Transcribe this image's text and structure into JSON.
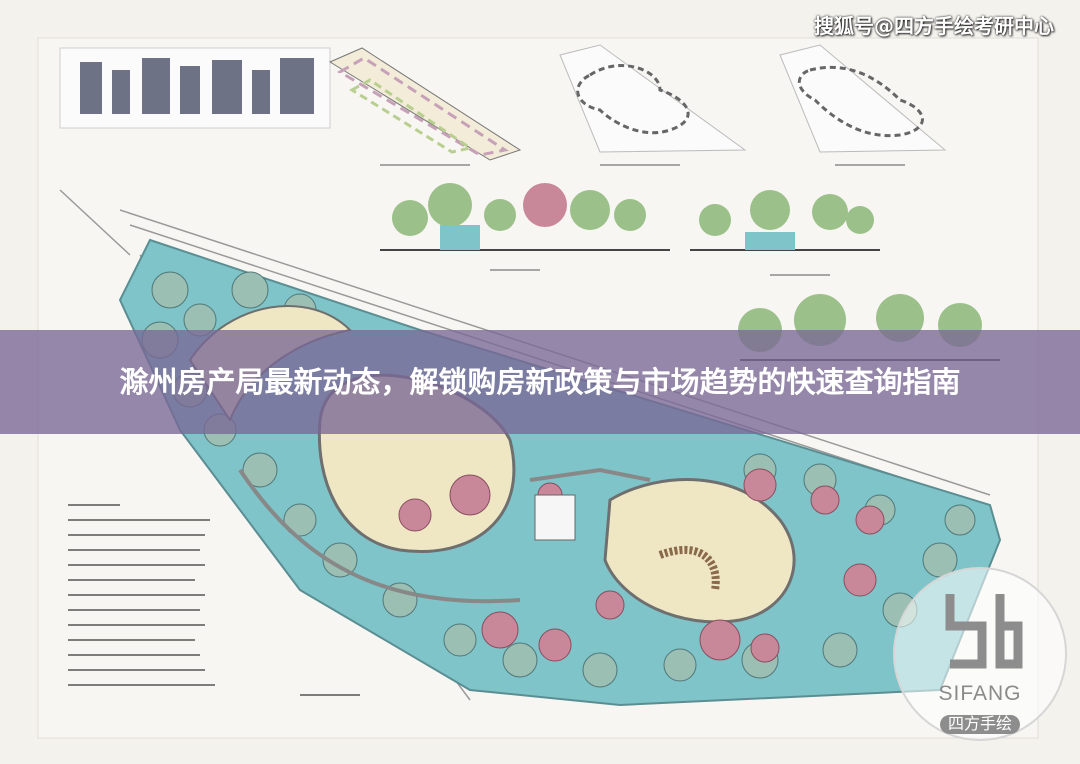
{
  "watermark": {
    "top_text": "搜狐号@四方手绘考研中心"
  },
  "banner": {
    "title": "滁州房产局最新动态，解锁购房新政策与市场趋势的快速查询指南"
  },
  "logo": {
    "name": "SIFANG",
    "cn": "四方手绘"
  },
  "colors": {
    "banner": "#7a6896",
    "water": "#7fc4c8",
    "tree_pink": "#c9889a",
    "lawn": "#efe7c4"
  }
}
